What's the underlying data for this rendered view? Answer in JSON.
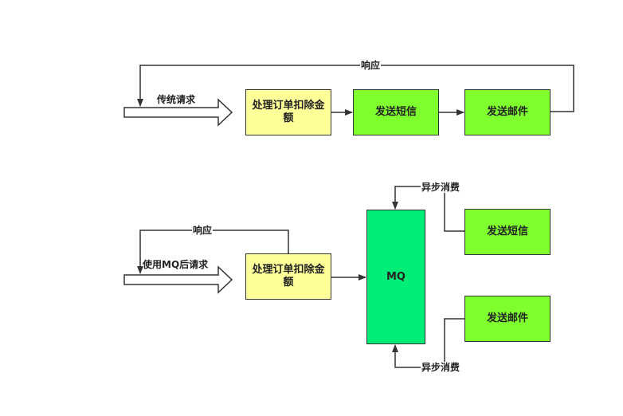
{
  "top": {
    "request_label": "传统请求",
    "response_label": "响应",
    "process_box": "处理订单扣除金额",
    "sms_box": "发送短信",
    "email_box": "发送邮件"
  },
  "bottom": {
    "request_label": "使用MQ后请求",
    "response_label": "响应",
    "process_box": "处理订单扣除金额",
    "mq_box": "MQ",
    "async_top_label": "异步消费",
    "async_bottom_label": "异步消费",
    "sms_box": "发送短信",
    "email_box": "发送邮件"
  },
  "colors": {
    "yellow": "#ffff99",
    "lime": "#80ff2e",
    "mq_green": "#00ee77",
    "line": "#333333"
  }
}
